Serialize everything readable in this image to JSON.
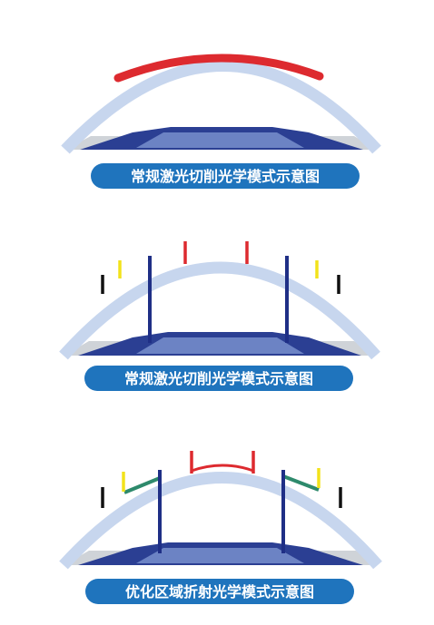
{
  "panels": [
    {
      "caption": "常规激光切削光学模式示意图"
    },
    {
      "caption": "常规激光切削光学模式示意图"
    },
    {
      "caption": "优化区域折射光学模式示意图"
    }
  ],
  "colors": {
    "cornea": "#c7d6ee",
    "lens_dark": "#2b3f93",
    "lens_mid": "#6c83c4",
    "shadow": "#cfd3d8",
    "red": "#dd2a2f",
    "yellow": "#f2e21b",
    "black": "#111111",
    "green": "#2e8a6c",
    "navy": "#1f2f86",
    "caption_bg": "#1f74bd",
    "caption_text": "#ffffff"
  }
}
